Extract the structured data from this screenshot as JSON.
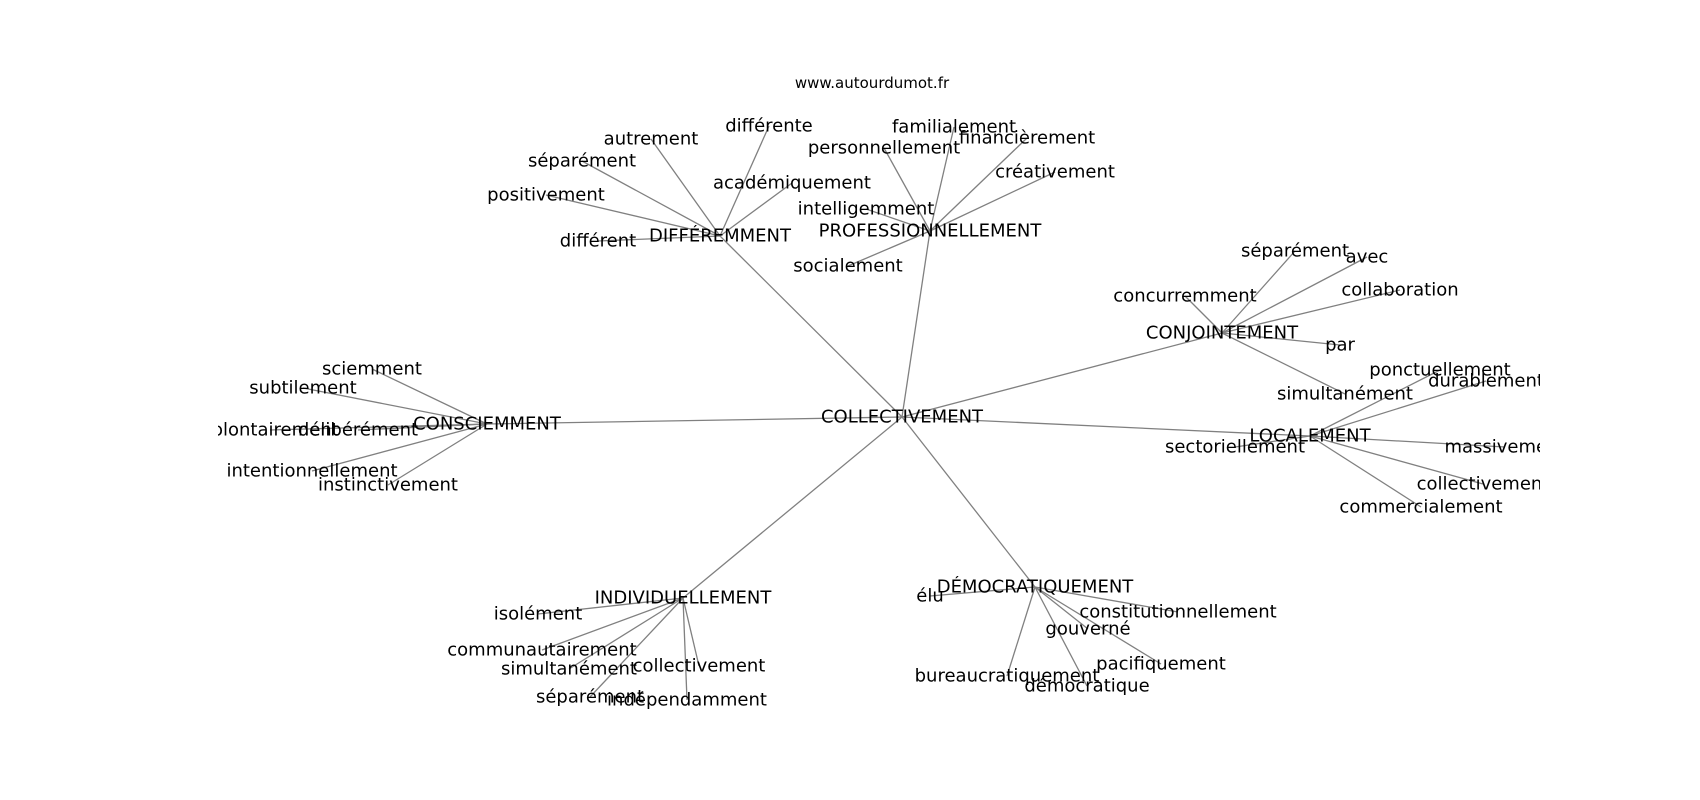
{
  "header": {
    "site": "www.autourdumot.fr"
  },
  "graph": {
    "root": "COLLECTIVEMENT",
    "clusters": [
      {
        "hub": "DIFFÉREMMENT",
        "words": [
          "différente",
          "autrement",
          "séparément",
          "positivement",
          "différent",
          "académiquement"
        ]
      },
      {
        "hub": "PROFESSIONNELLEMENT",
        "words": [
          "familialement",
          "personnellement",
          "financièrement",
          "créativement",
          "intelligemment",
          "socialement"
        ]
      },
      {
        "hub": "CONJOINTEMENT",
        "words": [
          "séparément",
          "avec",
          "concurremment",
          "collaboration",
          "par",
          "simultanément"
        ]
      },
      {
        "hub": "LOCALEMENT",
        "words": [
          "ponctuellement",
          "durablement",
          "sectoriellement",
          "massivement",
          "collectivement",
          "commercialement"
        ]
      },
      {
        "hub": "DÉMOCRATIQUEMENT",
        "words": [
          "élu",
          "constitutionnellement",
          "gouverné",
          "pacifiquement",
          "bureaucratiquement",
          "démocratique"
        ]
      },
      {
        "hub": "INDIVIDUELLEMENT",
        "words": [
          "isolément",
          "communautairement",
          "simultanément",
          "collectivement",
          "séparément",
          "indépendamment"
        ]
      },
      {
        "hub": "CONSCIEMMENT",
        "words": [
          "sciemment",
          "subtilement",
          "volontairement",
          "délibérément",
          "intentionnellement",
          "instinctivement"
        ]
      }
    ]
  }
}
